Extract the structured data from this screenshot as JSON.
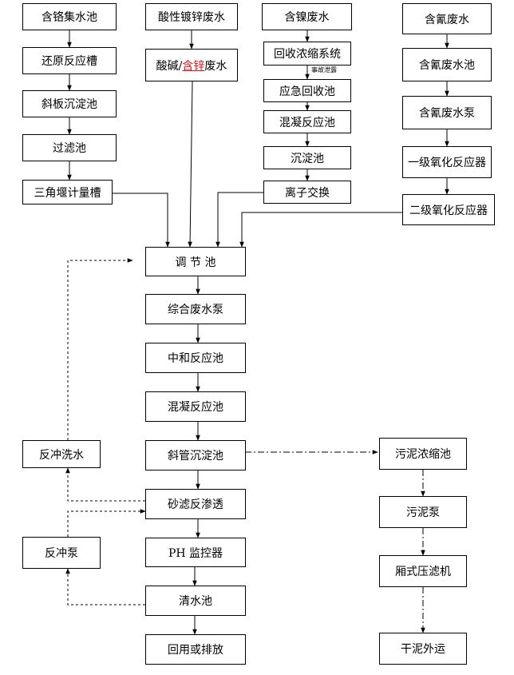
{
  "chrome": {
    "boxes": {
      "chrome_tank": "含铬集水池",
      "reduction_tank": "还原反应槽",
      "inclined_plate": "斜板沉淀池",
      "filter_tank": "过滤池",
      "weir": "三角堰计量槽"
    }
  },
  "acid_zinc": {
    "boxes": {
      "source": "酸性镀锌废水",
      "acid_alkali_a": "酸碱/",
      "acid_alkali_b": "含锌",
      "acid_alkali_c": "废水"
    }
  },
  "nickel": {
    "boxes": {
      "source": "含镍废水",
      "recovery": "回收浓缩系统",
      "emergency": "应急回收池",
      "coag": "混凝反应池",
      "sediment": "沉淀池",
      "ion": "离子交换"
    },
    "accident_note": "事故泄露"
  },
  "cyanide": {
    "boxes": {
      "source": "含氰废水",
      "tank": "含氰废水池",
      "pump": "含氰废水泵",
      "ox1": "一级氧化反应器",
      "ox2": "二级氧化反应器"
    }
  },
  "main": {
    "boxes": {
      "equalize": "调 节 池",
      "pump": "综合废水泵",
      "neutral": "中和反应池",
      "coag": "混凝反应池",
      "tube_settler": "斜管沉淀池",
      "sand_ro": "砂滤反渗透",
      "ph": "PH 监控器",
      "clear": "清水池",
      "reuse": "回用或排放"
    }
  },
  "backwash": {
    "water": "反冲洗水",
    "pump": "反冲泵"
  },
  "sludge": {
    "thicken": "污泥浓缩池",
    "pump": "污泥泵",
    "press": "厢式压滤机",
    "out": "干泥外运"
  }
}
